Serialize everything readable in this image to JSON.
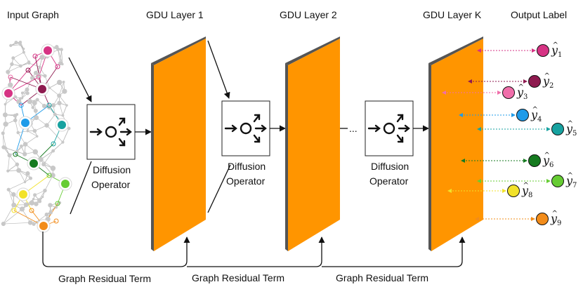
{
  "headers": {
    "input_graph": "Input Graph",
    "layer1": "GDU Layer 1",
    "layer2": "GDU Layer 2",
    "layerK": "GDU Layer K",
    "output_label": "Output Label"
  },
  "operator": {
    "line1": "Diffusion",
    "line2": "Operator"
  },
  "ellipsis": "...",
  "residual_label": "Graph Residual Term",
  "outputs": [
    {
      "sym": "y",
      "sub": "1",
      "color": "#d63384"
    },
    {
      "sym": "y",
      "sub": "2",
      "color": "#8e1a4f"
    },
    {
      "sym": "y",
      "sub": "3",
      "color": "#f06eaa"
    },
    {
      "sym": "y",
      "sub": "4",
      "color": "#1e9be9"
    },
    {
      "sym": "y",
      "sub": "5",
      "color": "#17a2a0"
    },
    {
      "sym": "y",
      "sub": "6",
      "color": "#157a1f"
    },
    {
      "sym": "y",
      "sub": "7",
      "color": "#66cc33"
    },
    {
      "sym": "y",
      "sub": "8",
      "color": "#f2e22a"
    },
    {
      "sym": "y",
      "sub": "9",
      "color": "#f28c1a"
    }
  ],
  "colors": {
    "layer_fill": "#ff9500",
    "layer_edge": "#555555",
    "graph_edge": "#b8b8b8",
    "graph_node": "#c8c8c8"
  }
}
